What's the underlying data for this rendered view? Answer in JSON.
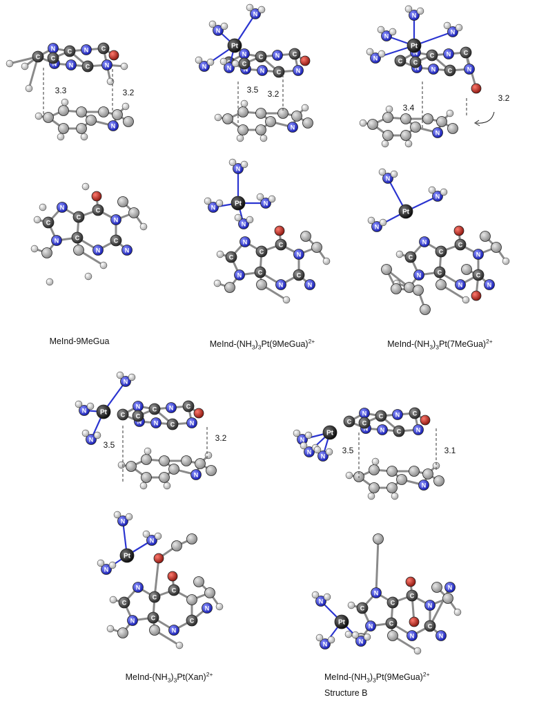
{
  "figure": {
    "labels": {
      "p1": {
        "name": "MeInd-9MeGua",
        "distances": [
          "3.3",
          "3.2"
        ]
      },
      "p2": {
        "prefix": "MeInd-(NH",
        "sub1": "3",
        "mid": ")",
        "sub2": "3",
        "suffix": "Pt(9MeGua)",
        "sup": "2+",
        "distances": [
          "3.5",
          "3.2"
        ]
      },
      "p3": {
        "prefix": "MeInd-(NH",
        "sub1": "3",
        "mid": ")",
        "sub2": "3",
        "suffix": "Pt(7MeGua)",
        "sup": "2+",
        "distances": [
          "3.4",
          "3.2"
        ]
      },
      "p4": {
        "prefix": "MeInd-(NH",
        "sub1": "3",
        "mid": ")",
        "sub2": "3",
        "suffix": "Pt(Xan)",
        "sup": "2+",
        "distances": [
          "3.5",
          "3.2"
        ]
      },
      "p5": {
        "prefix": "MeInd-(NH",
        "sub1": "3",
        "mid": ")",
        "sub2": "3",
        "suffix": "Pt(9MeGua)",
        "sup": "2+",
        "line2": "Structure B",
        "distances": [
          "3.5",
          "3.1"
        ]
      }
    },
    "atom_letters": {
      "carbon": "C",
      "nitrogen": "N",
      "platinum": "Pt"
    },
    "colors": {
      "carbon_dark": "#3a3a3a",
      "carbon_light": "#b8b8b8",
      "nitrogen": "#2f37d6",
      "oxygen": "#c0281e",
      "hydrogen": "#ececec",
      "platinum": "#1c1c1c",
      "bond": "#8a8a8a",
      "dash": "#555555"
    }
  }
}
